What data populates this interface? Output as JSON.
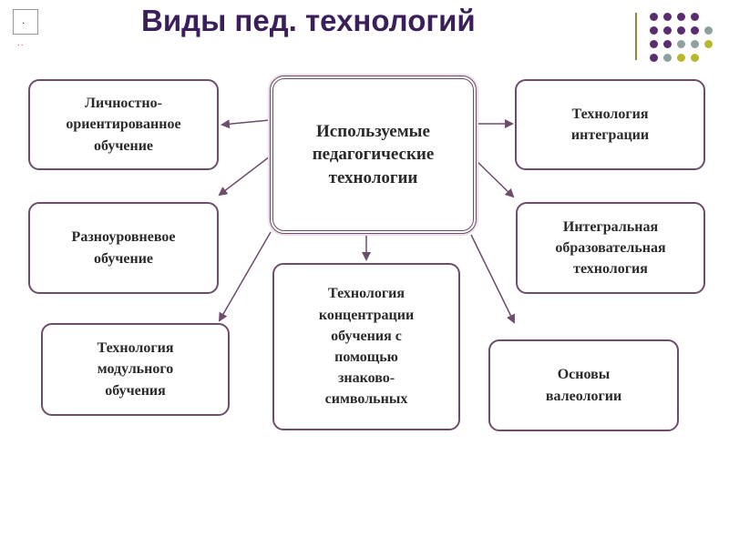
{
  "slide": {
    "title": "Виды пед. технологий",
    "corner_mark": ".",
    "corner_dots": ".."
  },
  "palette": {
    "title_color": "#3b1f5a",
    "dot_purple": "#5b2c6f",
    "dot_gray": "#8fa0a0",
    "dot_olive": "#b8b82e",
    "box_border": "#6d4d6a",
    "arrow": "#6d4d6a"
  },
  "diagram": {
    "center": "Используемые\nпедагогические\nтехнологии",
    "boxes": {
      "personal": "Личностно-\nориентированное\nобучение",
      "multilevel": "Разноуровневое\nобучение",
      "modular": "Технология\nмодульного\nобучения",
      "concentration": "Технология\nконцентрации\nобучения с\nпомощью\nзнаково-\nсимвольных",
      "valeology": "Основы\nвалеологии",
      "integral": "Интегральная\nобразовательная\nтехнология",
      "integration": "Технология\nинтеграции"
    }
  }
}
